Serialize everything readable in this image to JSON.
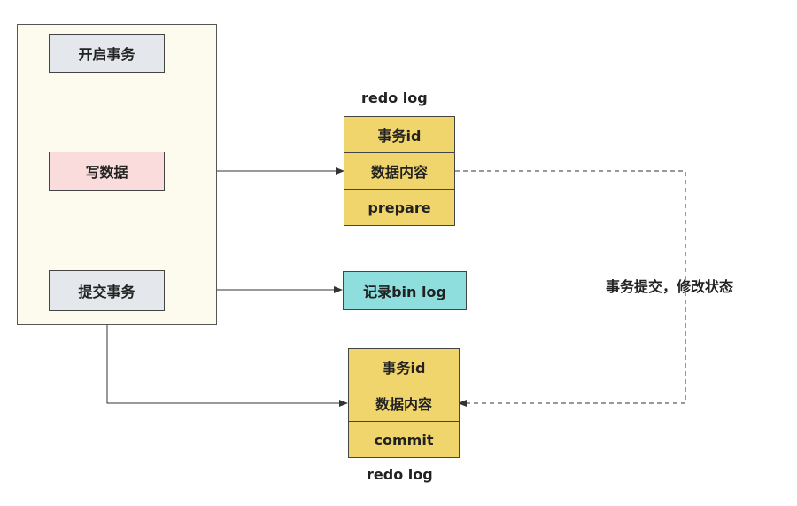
{
  "left_panel": {
    "start_tx": "开启事务",
    "write_data": "写数据",
    "commit_tx": "提交事务"
  },
  "redo_log_prepare": {
    "caption": "redo log",
    "rows": [
      "事务id",
      "数据内容",
      "prepare"
    ]
  },
  "binlog": {
    "label": "记录bin log"
  },
  "redo_log_commit": {
    "caption": "redo log",
    "rows": [
      "事务id",
      "数据内容",
      "commit"
    ]
  },
  "edge_label": "事务提交，修改状态",
  "colors": {
    "panel_bg": "#fdfaee",
    "gray_box": "#e4e8ec",
    "pink_box": "#fadcdc",
    "cyan_box": "#8fdede",
    "gold_box": "#f0d56c"
  }
}
